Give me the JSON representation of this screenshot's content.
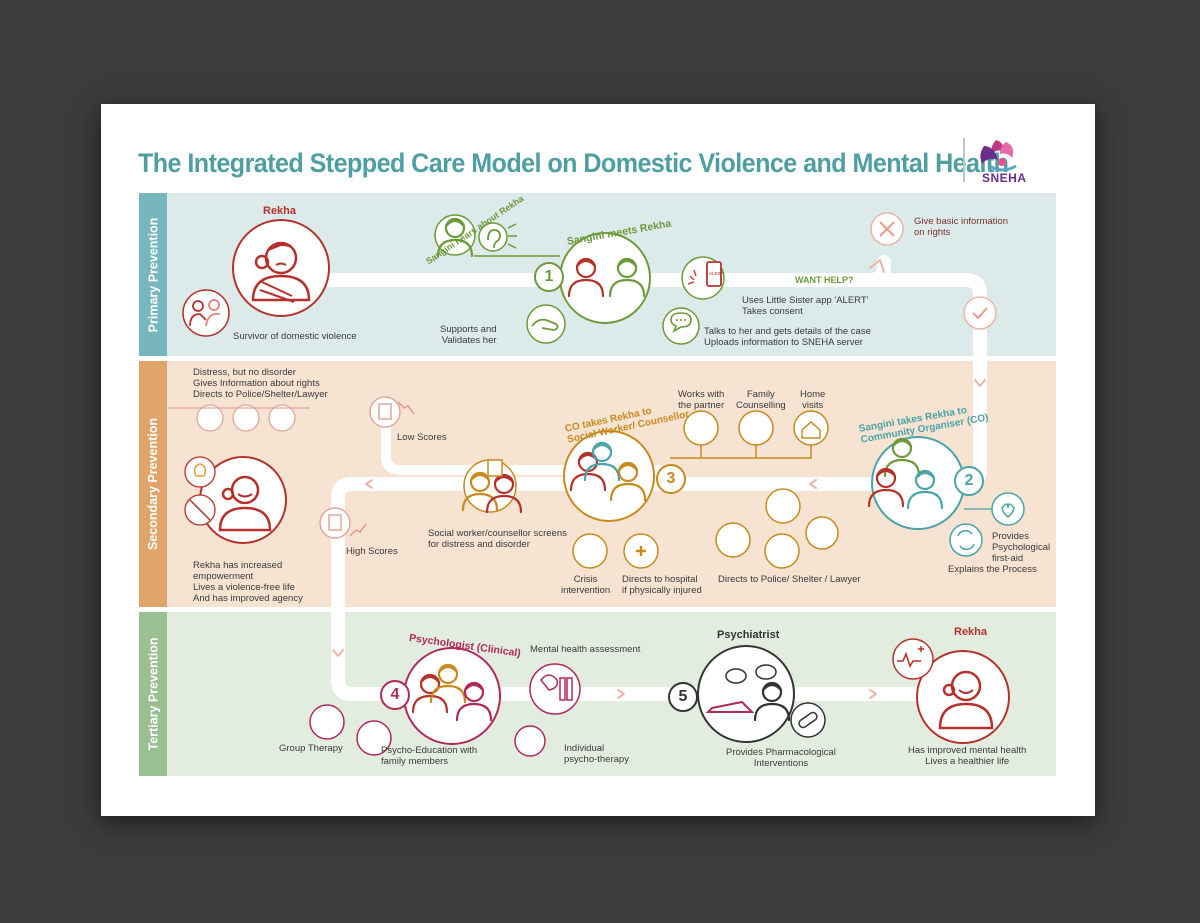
{
  "title": "The Integrated Stepped Care Model on Domestic Violence and Mental Health",
  "logo": {
    "text": "SNEHA"
  },
  "bands": {
    "primary": "Primary Prevention",
    "secondary": "Secondary Prevention",
    "tertiary": "Tertiary Prevention"
  },
  "primary": {
    "rekha_name": "Rekha",
    "survivor": "Survivor of domestic violence",
    "sangini_hears": "Sangini hears about Rekha",
    "sangini_meets": "Sangini meets Rekha",
    "step1": "1",
    "supports": "Supports and\nValidates her",
    "uses_app": "Uses Little Sister app 'ALERT'\nTakes consent",
    "talks": "Talks to her and gets details of the case\nUploads information to SNEHA server",
    "want_help": "WANT HELP?",
    "give_info": "Give basic information\non rights",
    "alert_screen": "ALERT"
  },
  "secondary": {
    "distress": "Distress, but no disorder\nGives Information about rights\nDirects to Police/Shelter/Lawyer",
    "low_scores": "Low Scores",
    "high_scores": "High Scores",
    "rekha_empowered": "Rekha has increased\nempowerment\nLives a violence-free life\nAnd has improved agency",
    "co_takes": "CO takes Rekha to\nSocial Worker/ Counsellor",
    "step3": "3",
    "works_partner": "Works with\nthe partner",
    "family_counselling": "Family\nCounselling",
    "home_visits": "Home\nvisits",
    "sangini_takes": "Sangini takes Rekha to\nCommunity Organiser (CO)",
    "step2": "2",
    "screens": "Social worker/counsellor screens\nfor distress and disorder",
    "crisis": "Crisis\nintervention",
    "hospital": "Directs to hospital\nif physically injured",
    "police": "Directs to Police/ Shelter / Lawyer",
    "first_aid": "Provides\nPsychological\nfirst-aid",
    "explains": "Explains the Process"
  },
  "tertiary": {
    "psychologist": "Psychologist (Clinical)",
    "step4": "4",
    "mh_assessment": "Mental health assessment",
    "group_therapy": "Group Therapy",
    "psycho_education": "Psycho-Education with\nfamily members",
    "individual": "Individual\npsycho-therapy",
    "psychiatrist": "Psychiatrist",
    "step5": "5",
    "pharma": "Provides Pharmacological\nInterventions",
    "rekha_name": "Rekha",
    "improved": "Has improved mental health\nLives a healthier life"
  },
  "colors": {
    "teal": "#4f9fa2",
    "rekha_red": "#b5322c",
    "sangini_green": "#6c9a3b",
    "co_teal": "#4aa3a8",
    "counsellor_amber": "#c88a1e",
    "psych_magenta": "#b02a58",
    "dark": "#3a3a3a"
  },
  "icons": [
    "ear-icon",
    "hand-icon",
    "chat-icon",
    "phone-alert-icon",
    "x-circle-icon",
    "check-circle-icon",
    "document-icon",
    "heart-hands-icon",
    "recycle-icon",
    "hospital-cross-icon",
    "pills-icon",
    "heartbeat-icon",
    "brain-icon"
  ]
}
